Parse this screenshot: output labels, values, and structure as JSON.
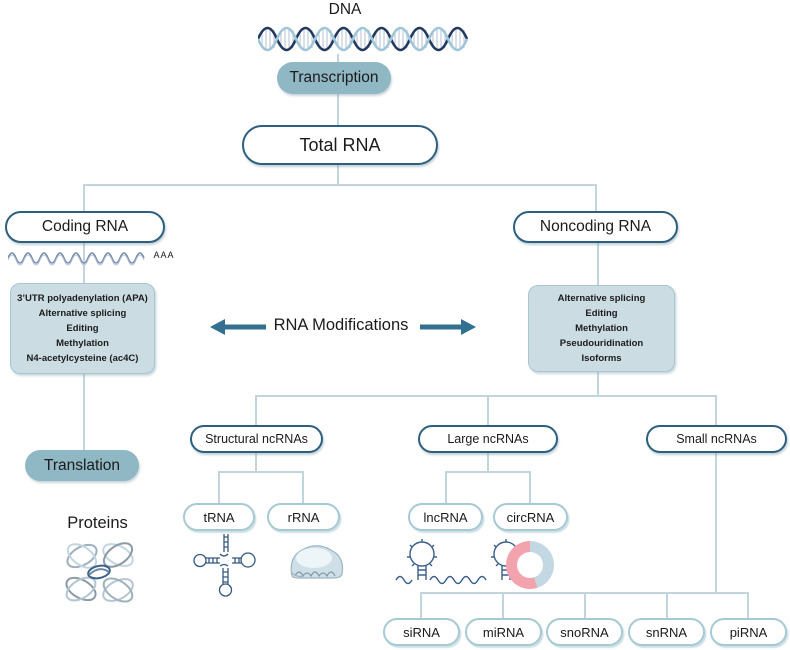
{
  "nodes": {
    "dna": "DNA",
    "transcription": "Transcription",
    "total_rna": "Total RNA",
    "coding_rna": "Coding RNA",
    "mrna_tail": "AAA",
    "noncoding_rna": "Noncoding RNA",
    "rna_modifications": "RNA Modifications",
    "translation": "Translation",
    "proteins": "Proteins",
    "structural_ncrnas": "Structural ncRNAs",
    "large_ncrnas": "Large ncRNAs",
    "small_ncrnas": "Small ncRNAs",
    "trna": "tRNA",
    "rrna": "rRNA",
    "lncrna": "lncRNA",
    "circrna": "circRNA",
    "sirna": "siRNA",
    "mirna": "miRNA",
    "snorna": "snoRNA",
    "snrna": "snRNA",
    "pirna": "piRNA"
  },
  "coding_modifications": [
    "3’UTR polyadenylation (APA)",
    "Alternative splicing",
    "Editing",
    "Methylation",
    "N4-acetylcysteine (ac4C)"
  ],
  "noncoding_modifications": [
    "Alternative splicing",
    "Editing",
    "Methylation",
    "Pseudouridination",
    "Isoforms"
  ],
  "colors": {
    "pill_fill": "#8fb7c4",
    "mods_fill": "#cbdde3",
    "dark_border": "#2d5f7e",
    "light_border": "#a6c9d4",
    "connector": "#c2d4dc",
    "arrow": "#33708f",
    "helix_dark": "#22395f",
    "helix_light": "#9fc5d8",
    "circrna_pink": "#f2a3ad",
    "circrna_blue": "#c3d8e2"
  }
}
